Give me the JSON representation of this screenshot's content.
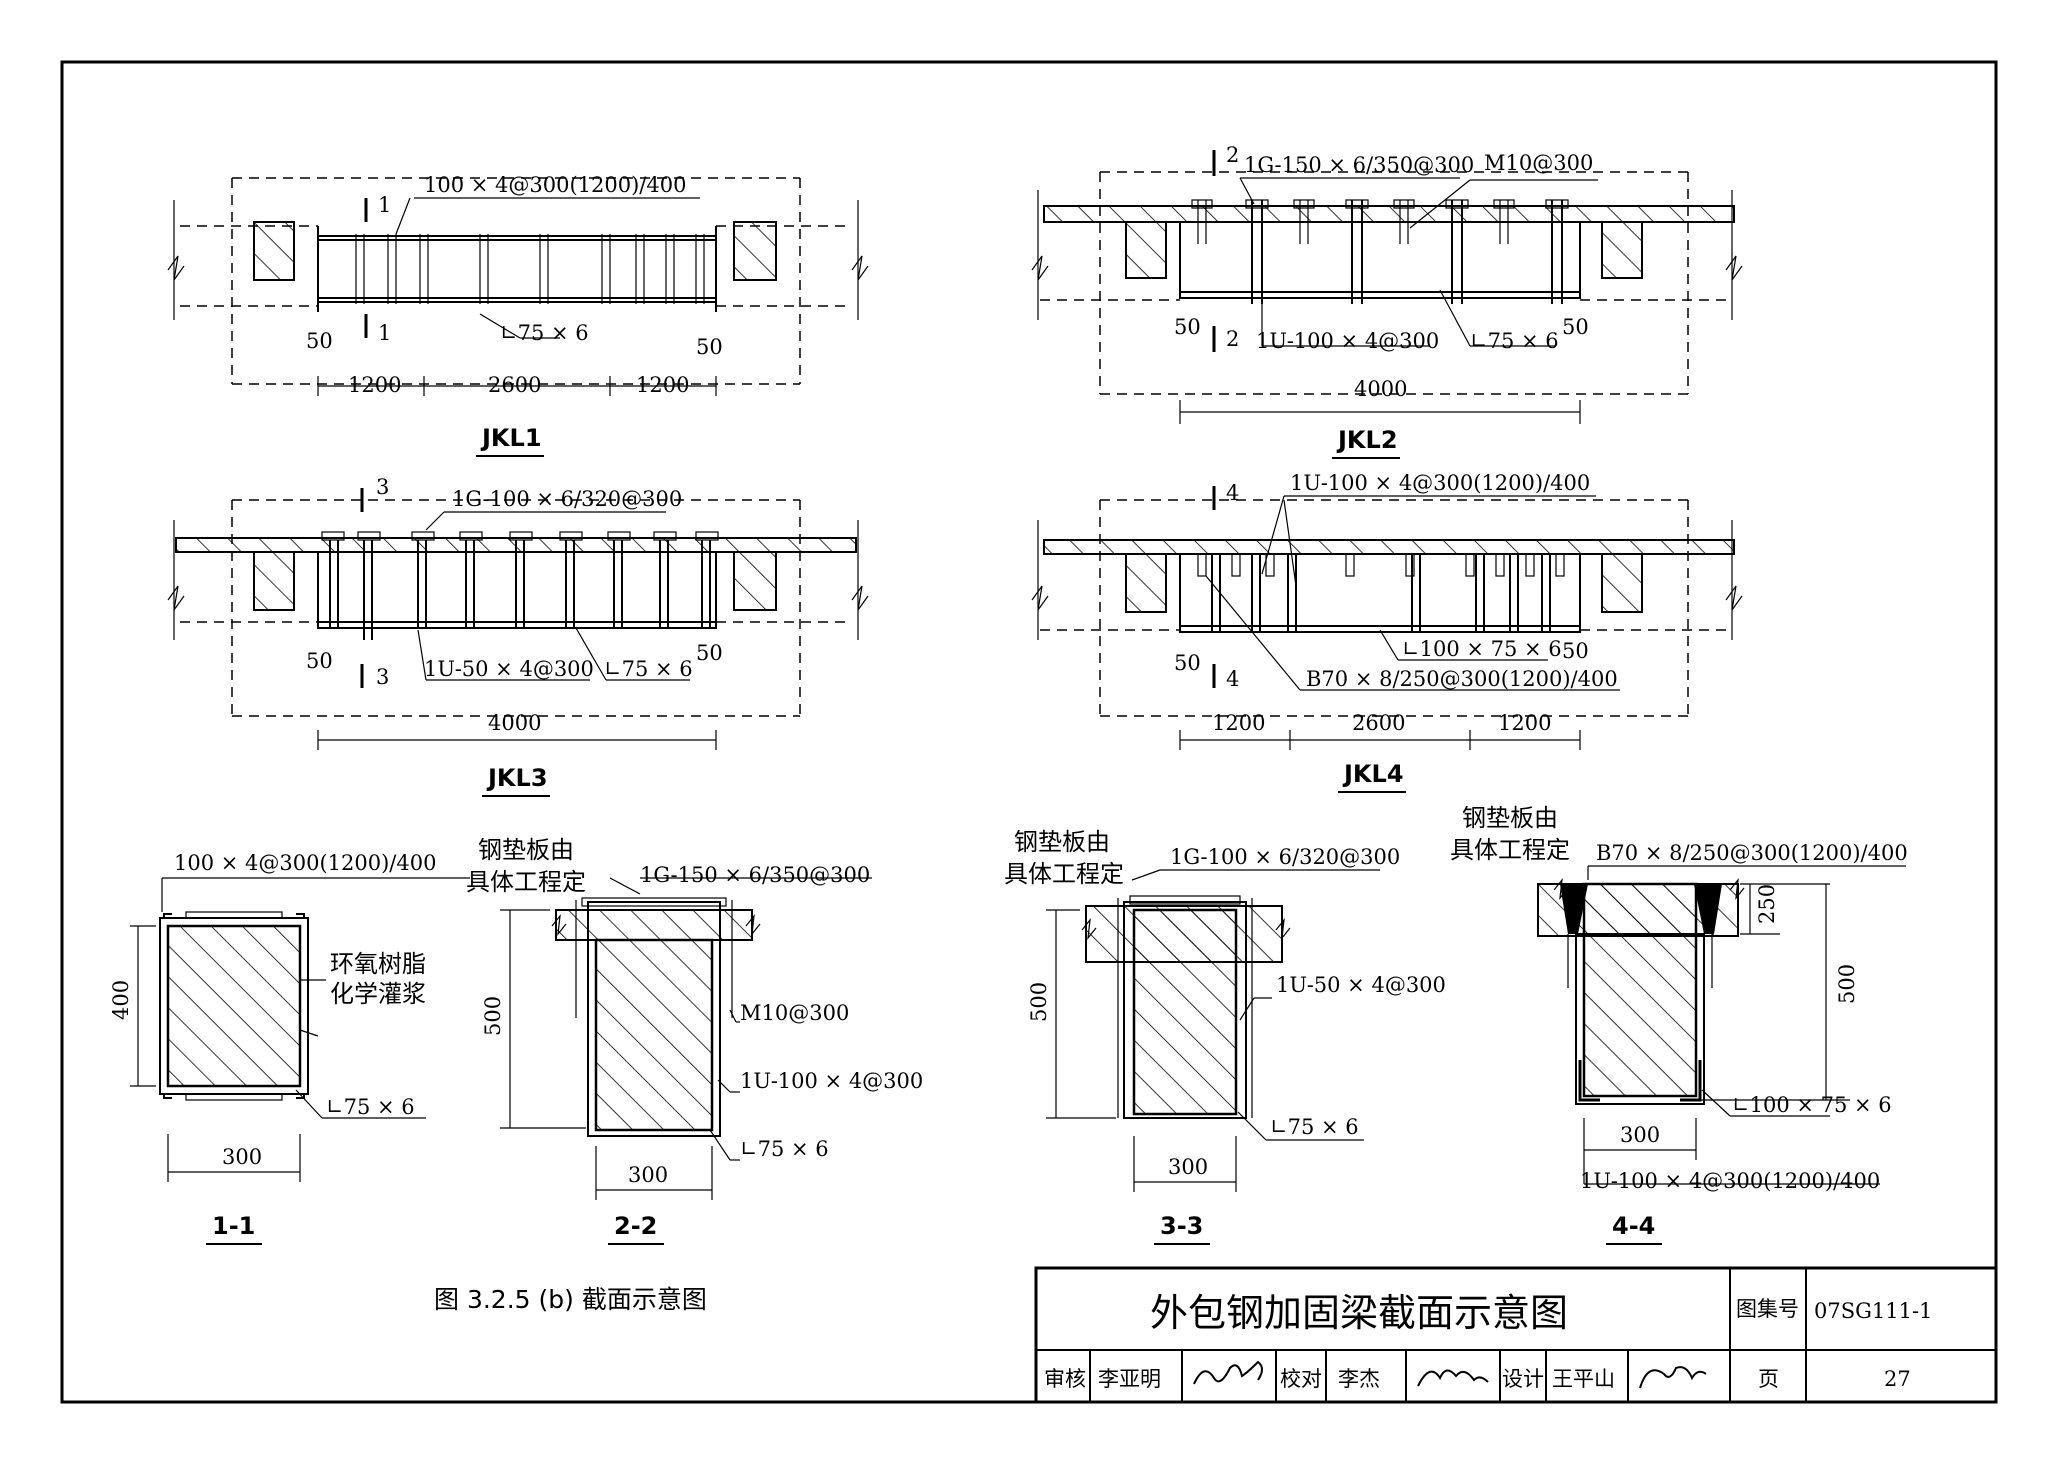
{
  "drawing": {
    "jkl1": {
      "title": "JKL1",
      "hoop_label": "100 × 4@300(1200)/400",
      "angle_label": "∟75 × 6",
      "section_mark": "1",
      "edge_left": "50",
      "edge_right": "50",
      "dims": [
        "1200",
        "2600",
        "1200"
      ]
    },
    "jkl2": {
      "title": "JKL2",
      "hoop_label": "1G-150 × 6/350@300",
      "bolt_label": "M10@300",
      "u_label": "1U-100 × 4@300",
      "angle_label": "∟75 × 6",
      "section_mark": "2",
      "edge_left": "50",
      "edge_right": "50",
      "span": "4000"
    },
    "jkl3": {
      "title": "JKL3",
      "hoop_label": "1G-100 × 6/320@300",
      "u_label": "1U-50 × 4@300",
      "angle_label": "∟75 × 6",
      "section_mark": "3",
      "edge_left": "50",
      "edge_right": "50",
      "span": "4000"
    },
    "jkl4": {
      "title": "JKL4",
      "u_label": "1U-100 × 4@300(1200)/400",
      "angle_label": "∟100 × 75 × 6",
      "plate_label": "B70 × 8/250@300(1200)/400",
      "section_mark": "4",
      "edge_left": "50",
      "edge_right": "50",
      "dims": [
        "1200",
        "2600",
        "1200"
      ]
    },
    "sec11": {
      "title": "1-1",
      "hoop_label": "100 × 4@300(1200)/400",
      "epoxy_line1": "环氧树脂",
      "epoxy_line2": "化学灌浆",
      "angle_label": "∟75 × 6",
      "height": "400",
      "width": "300"
    },
    "sec22": {
      "title": "2-2",
      "pad_line1": "钢垫板由",
      "pad_line2": "具体工程定",
      "hoop_label": "1G-150 × 6/350@300",
      "bolt_label": "M10@300",
      "u_label": "1U-100 × 4@300",
      "angle_label": "∟75 × 6",
      "height": "500",
      "width": "300"
    },
    "sec33": {
      "title": "3-3",
      "pad_line1": "钢垫板由",
      "pad_line2": "具体工程定",
      "hoop_label": "1G-100 × 6/320@300",
      "u_label": "1U-50 × 4@300",
      "angle_label": "∟75 × 6",
      "height": "500",
      "width": "300"
    },
    "sec44": {
      "title": "4-4",
      "pad_line1": "钢垫板由",
      "pad_line2": "具体工程定",
      "plate_label": "B70 × 8/250@300(1200)/400",
      "angle_label": "∟100 × 75 × 6",
      "u_label": "1U-100 × 4@300(1200)/400",
      "height": "500",
      "plate_height": "250",
      "width": "300"
    },
    "figure_caption": "图 3.2.5 (b) 截面示意图"
  },
  "title_block": {
    "title": "外包钢加固梁截面示意图",
    "atlas_label": "图集号",
    "atlas_no": "07SG111-1",
    "review_label": "审核",
    "reviewer": "李亚明",
    "check_label": "校对",
    "checker": "李杰",
    "design_label": "设计",
    "designer": "王平山",
    "page_label": "页",
    "page_no": "27"
  }
}
